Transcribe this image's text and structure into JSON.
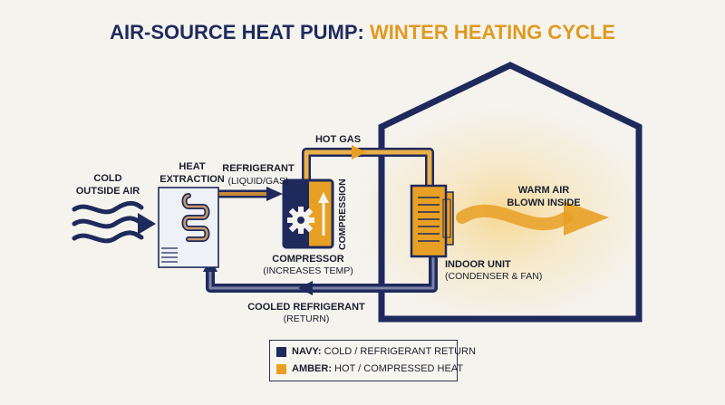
{
  "title": {
    "part1": "AIR-SOURCE HEAT PUMP: ",
    "part2": "WINTER HEATING CYCLE"
  },
  "colors": {
    "navy": "#1f2a5c",
    "amber": "#e8a024",
    "background": "#f5f3ee"
  },
  "labels": {
    "cold_air_line1": "COLD",
    "cold_air_line2": "OUTSIDE AIR",
    "heat_extraction_line1": "HEAT",
    "heat_extraction_line2": "EXTRACTION",
    "refrigerant_line1": "REFRIGERANT",
    "refrigerant_line2": "(LIQUID/GAS)",
    "hot_gas": "HOT GAS",
    "compression": "COMPRESSION",
    "compressor_line1": "COMPRESSOR",
    "compressor_line2": "(INCREASES TEMP)",
    "warm_air_line1": "WARM AIR",
    "warm_air_line2": "BLOWN INSIDE",
    "indoor_unit_line1": "INDOOR UNIT",
    "indoor_unit_line2": "(CONDENSER & FAN)",
    "cooled_line1": "COOLED REFRIGERANT",
    "cooled_line2": "(RETURN)"
  },
  "legend": {
    "navy_key": "NAVY:",
    "navy_desc": " COLD / REFRIGERANT RETURN",
    "amber_key": "AMBER:",
    "amber_desc": " HOT / COMPRESSED HEAT"
  },
  "icons": [
    "cold-air-wave-icon",
    "evaporator-coil-icon",
    "gear-icon",
    "compression-arrow-icon",
    "fan-icon",
    "warm-air-arrow-icon",
    "house-outline-icon"
  ]
}
